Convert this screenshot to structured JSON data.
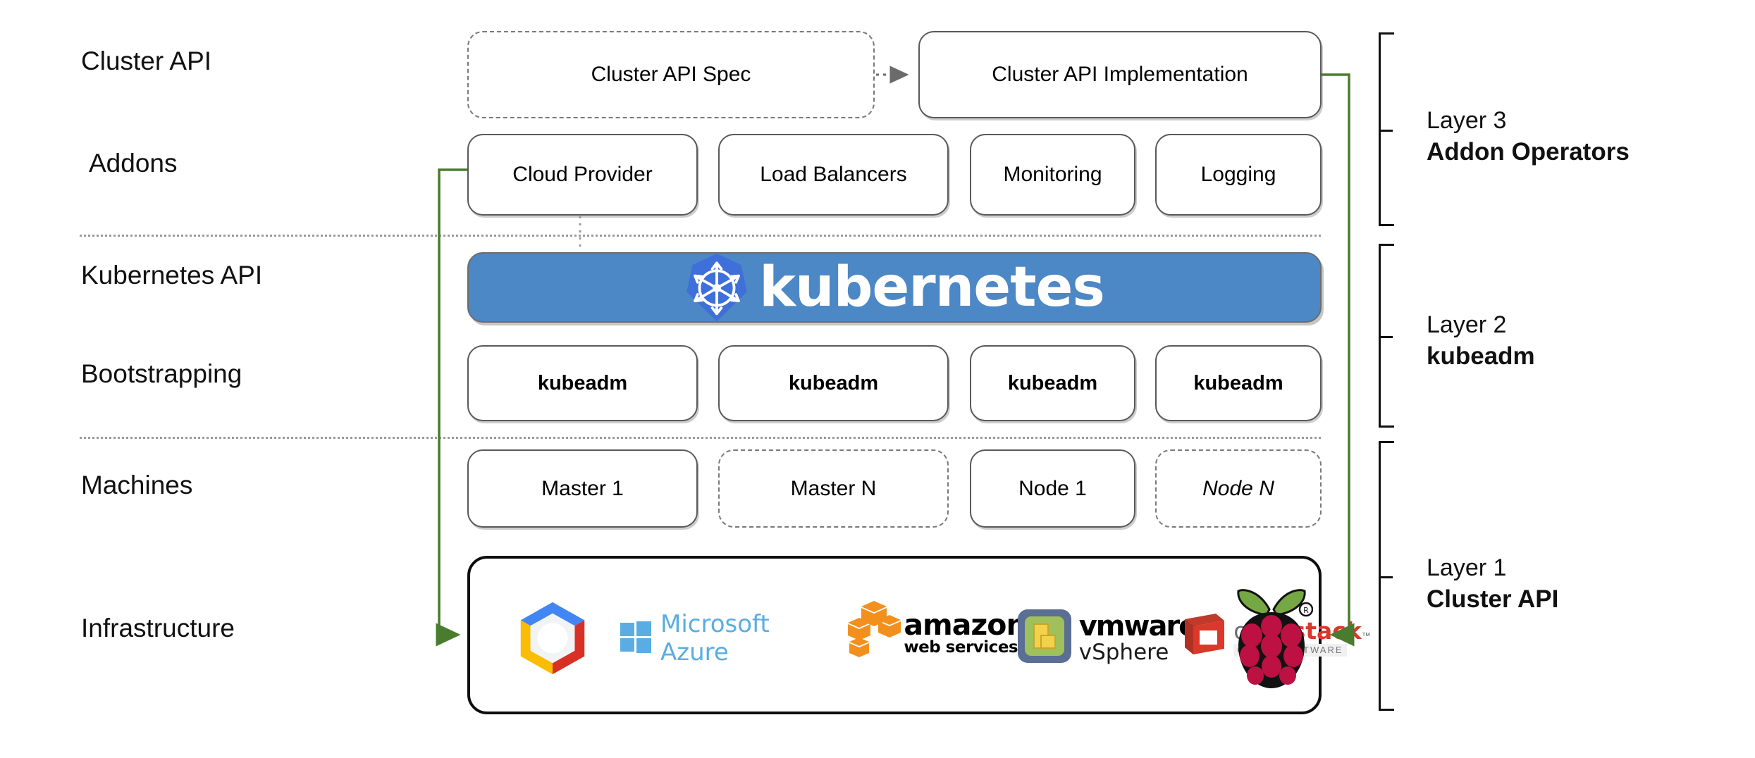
{
  "diagram": {
    "title": "Kubernetes Cluster API layered architecture",
    "accent_green": "#4a7c2f",
    "kubernetes_blue": "#4c87c6",
    "kubernetes_logo_blue": "#3f6fd8",
    "separator_gray": "#9a9a9a"
  },
  "row_labels": [
    {
      "id": "cluster-api",
      "text": "Cluster API"
    },
    {
      "id": "addons",
      "text": "Addons"
    },
    {
      "id": "kubernetes-api",
      "text": "Kubernetes API"
    },
    {
      "id": "bootstrapping",
      "text": "Bootstrapping"
    },
    {
      "id": "machines",
      "text": "Machines"
    },
    {
      "id": "infrastructure",
      "text": "Infrastructure"
    }
  ],
  "cluster_api_row": {
    "spec": {
      "label": "Cluster API Spec",
      "style": "dashed"
    },
    "implementation": {
      "label": "Cluster API Implementation",
      "style": "solid"
    },
    "arrow": {
      "style": "dotted",
      "direction": "spec-to-implementation"
    }
  },
  "addons_row": {
    "items": [
      {
        "label": "Cloud Provider"
      },
      {
        "label": "Load Balancers"
      },
      {
        "label": "Monitoring"
      },
      {
        "label": "Logging"
      }
    ]
  },
  "kubernetes_banner": {
    "wordmark": "kubernetes",
    "logo_icon": "kubernetes-helm-wheel-icon"
  },
  "bootstrapping_row": {
    "items": [
      {
        "label": "kubeadm"
      },
      {
        "label": "kubeadm"
      },
      {
        "label": "kubeadm"
      },
      {
        "label": "kubeadm"
      }
    ]
  },
  "machines_row": {
    "items": [
      {
        "label": "Master 1",
        "style": "solid"
      },
      {
        "label": "Master N",
        "style": "dashed"
      },
      {
        "label": "Node 1",
        "style": "solid"
      },
      {
        "label": "Node N",
        "style": "dashed",
        "italic_suffix": true
      }
    ]
  },
  "infrastructure_row": {
    "providers": [
      {
        "id": "google-cloud",
        "name": "Google Cloud Platform",
        "icon": "google-cloud-hexagon-icon"
      },
      {
        "id": "azure",
        "name": "Microsoft Azure",
        "icon": "microsoft-windows-icon"
      },
      {
        "id": "aws",
        "name": "amazon web services",
        "icon": "aws-cubes-icon",
        "text_top": "amazon",
        "text_bottom": "web services"
      },
      {
        "id": "vmware",
        "name": "vmware vSphere",
        "icon": "vmware-square-icon",
        "text_top": "vmware",
        "text_bottom": "vSphere"
      },
      {
        "id": "openstack",
        "name": "openstack CLOUD SOFTWARE",
        "icon": "openstack-cube-icon",
        "text_open": "open",
        "text_stack": "stack",
        "text_sub": "CLOUD SOFTWARE"
      },
      {
        "id": "raspberry-pi",
        "name": "Raspberry Pi",
        "icon": "raspberry-pi-icon"
      }
    ]
  },
  "layers": [
    {
      "id": "layer-3",
      "number": "Layer 3",
      "name": "Addon Operators"
    },
    {
      "id": "layer-2",
      "number": "Layer 2",
      "name": "kubeadm"
    },
    {
      "id": "layer-1",
      "number": "Layer 1",
      "name": "Cluster API"
    }
  ]
}
